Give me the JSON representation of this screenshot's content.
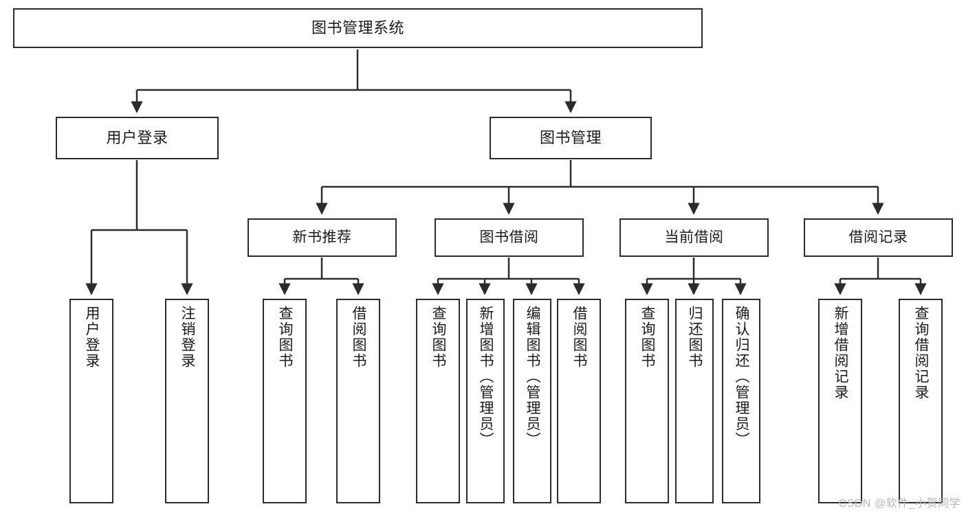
{
  "diagram": {
    "type": "tree-hierarchy-chart",
    "title": "图书管理系统",
    "watermark": "CSDN @软件_小贺同学",
    "colors": {
      "background": "#ffffff",
      "box_border": "#2b2b2b",
      "box_fill": "#ffffff",
      "connector": "#2b2b2b",
      "text": "#1b1b1b",
      "watermark_text": "#b6b6b6"
    },
    "root": {
      "id": "root",
      "label": "图书管理系统"
    },
    "level1": [
      {
        "id": "user-login",
        "label": "用户登录"
      },
      {
        "id": "book-manage",
        "label": "图书管理"
      }
    ],
    "level2": [
      {
        "id": "new-book-recommend",
        "label": "新书推荐",
        "parent": "book-manage"
      },
      {
        "id": "book-borrow",
        "label": "图书借阅",
        "parent": "book-manage"
      },
      {
        "id": "current-borrow",
        "label": "当前借阅",
        "parent": "book-manage"
      },
      {
        "id": "borrow-record",
        "label": "借阅记录",
        "parent": "book-manage"
      }
    ],
    "leaves": [
      {
        "id": "leaf-user-login",
        "label": "用户登录",
        "parent": "user-login"
      },
      {
        "id": "leaf-logout-login",
        "label": "注销登录",
        "parent": "user-login"
      },
      {
        "id": "leaf-query-book-1",
        "label": "查询图书",
        "parent": "new-book-recommend"
      },
      {
        "id": "leaf-borrow-book-1",
        "label": "借阅图书",
        "parent": "new-book-recommend"
      },
      {
        "id": "leaf-query-book-2",
        "label": "查询图书",
        "parent": "book-borrow"
      },
      {
        "id": "leaf-add-book",
        "label": "新增图书（管理员）",
        "parent": "book-borrow"
      },
      {
        "id": "leaf-edit-book",
        "label": "编辑图书（管理员）",
        "parent": "book-borrow"
      },
      {
        "id": "leaf-borrow-book-2",
        "label": "借阅图书",
        "parent": "book-borrow"
      },
      {
        "id": "leaf-query-book-3",
        "label": "查询图书",
        "parent": "current-borrow"
      },
      {
        "id": "leaf-return-book",
        "label": "归还图书",
        "parent": "current-borrow"
      },
      {
        "id": "leaf-confirm-return",
        "label": "确认归还（管理员）",
        "parent": "current-borrow"
      },
      {
        "id": "leaf-add-record",
        "label": "新增借阅记录",
        "parent": "borrow-record"
      },
      {
        "id": "leaf-query-record",
        "label": "查询借阅记录",
        "parent": "borrow-record"
      }
    ]
  }
}
